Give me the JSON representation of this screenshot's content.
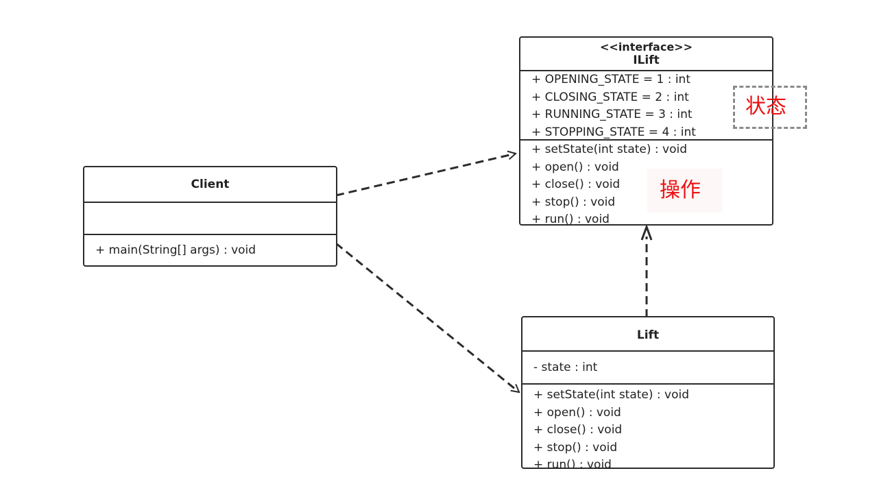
{
  "client": {
    "name": "Client",
    "attributes": [],
    "methods": [
      "+ main(String[] args) : void"
    ]
  },
  "ilift": {
    "stereotype": "<<interface>>",
    "name": "ILift",
    "attributes": [
      "+ OPENING_STATE = 1 : int",
      "+ CLOSING_STATE = 2 : int",
      "+ RUNNING_STATE = 3 : int",
      "+ STOPPING_STATE = 4 : int"
    ],
    "methods": [
      "+ setState(int state) : void",
      "+ open() : void",
      "+ close() : void",
      "+ stop() : void",
      "+ run() : void"
    ]
  },
  "lift": {
    "name": "Lift",
    "attributes": [
      "- state : int"
    ],
    "methods": [
      "+ setState(int state) : void",
      "+ open() : void",
      "+ close() : void",
      "+ stop() : void",
      "+ run() : void"
    ]
  },
  "annotations": {
    "state": "状态",
    "operations": "操作"
  },
  "colors": {
    "annotation_text": "#ee1111",
    "annotation_border": "#8a8a8a",
    "line": "#2b2b2b"
  }
}
